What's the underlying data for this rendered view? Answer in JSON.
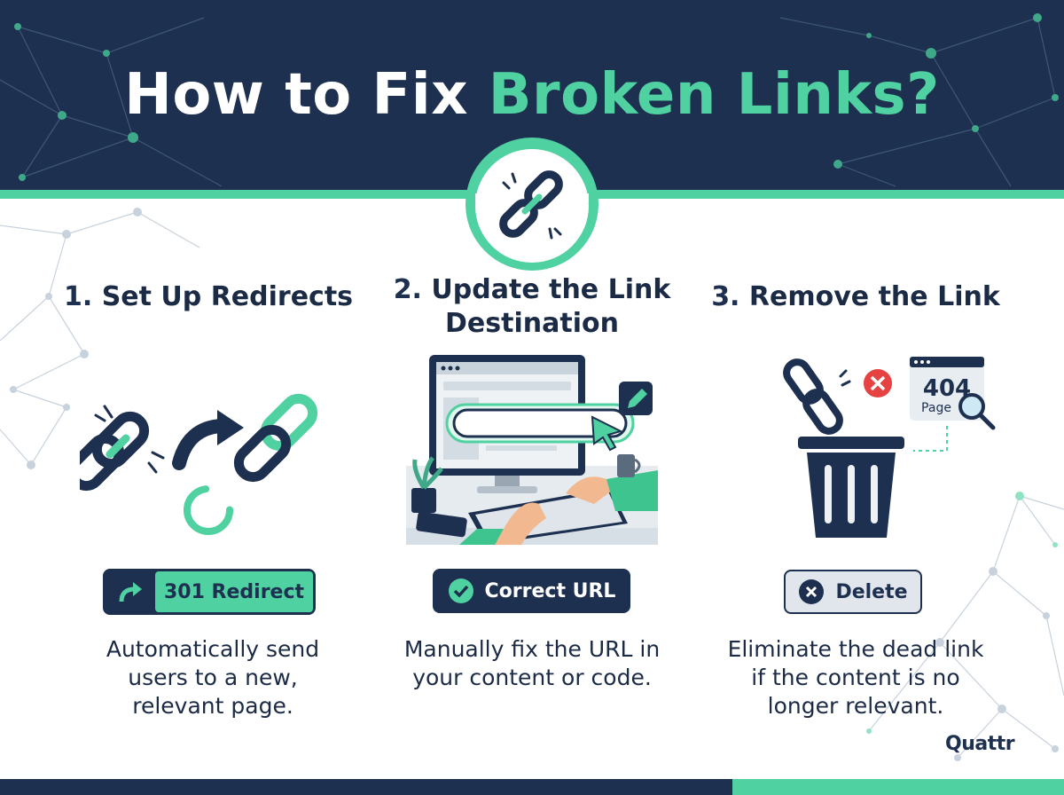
{
  "header": {
    "title_part1": "How to Fix ",
    "title_part2": "Broken Links?"
  },
  "steps": [
    {
      "number": "1.",
      "title": "Set Up Redirects",
      "button_label": "301 Redirect",
      "description_lines": [
        "Automatically send",
        "users to a new,",
        "relevant page."
      ]
    },
    {
      "number": "2.",
      "title_line1": "Update the Link",
      "title_line2": "Destination",
      "button_label": "Correct URL",
      "description_lines": [
        "Manually fix the URL in",
        "your content or code."
      ]
    },
    {
      "number": "3.",
      "title": "Remove the Link",
      "button_label": "Delete",
      "page_code": "404",
      "page_label": "Page",
      "description_lines": [
        "Eliminate the dead link",
        "if the content is no",
        "longer relevant."
      ]
    }
  ],
  "brand": "Quattr",
  "colors": {
    "navy": "#1e3050",
    "green": "#4fd1a1",
    "white": "#ffffff"
  }
}
